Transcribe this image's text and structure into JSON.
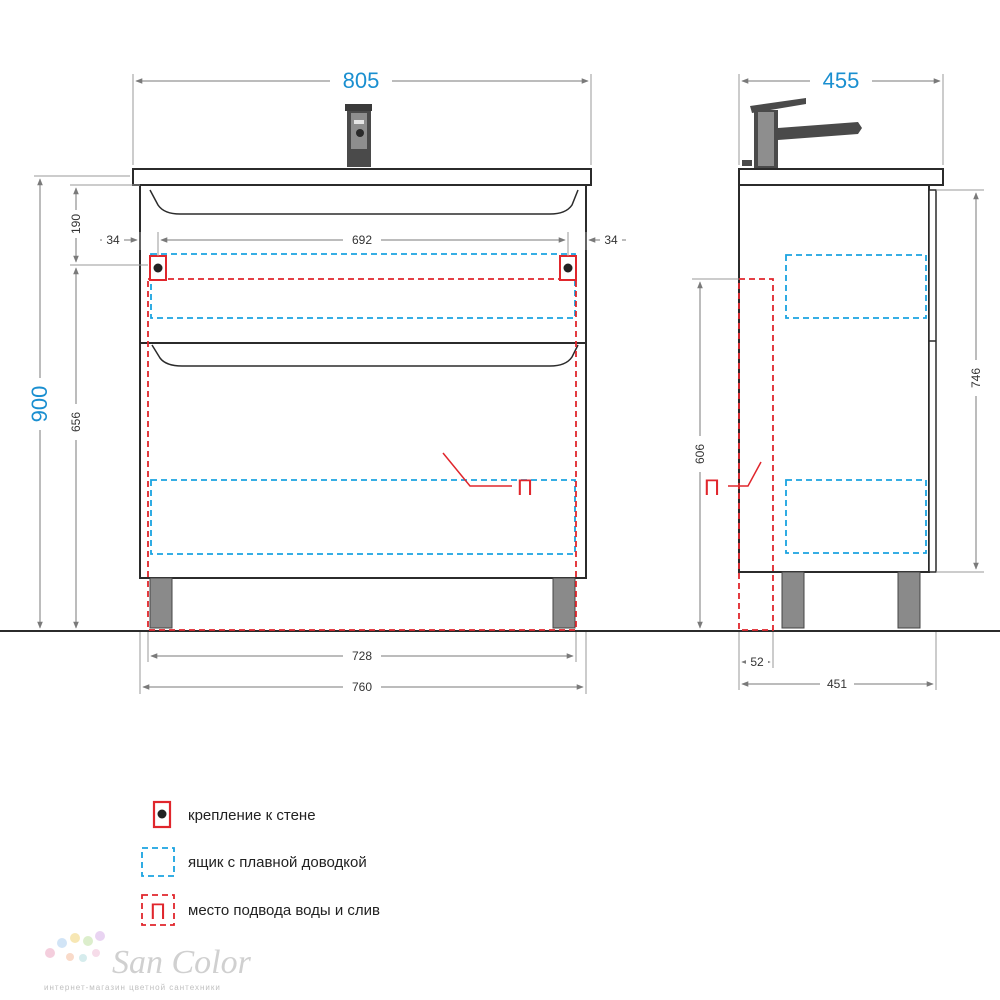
{
  "colors": {
    "drawer": "#1aa3e0",
    "plumbing": "#e0262c",
    "dimension_big": "#1a8fd0",
    "outline": "#2b2b2b",
    "leg": "#8a8a8a"
  },
  "front_view": {
    "overall_width": "805",
    "overall_height": "900",
    "top_offset": "190",
    "lower_height": "656",
    "mount_left_offset": "34",
    "mount_spacing": "692",
    "mount_right_offset": "34",
    "inner_width": "728",
    "body_width": "760",
    "plumbing_mark": "П"
  },
  "side_view": {
    "overall_depth": "455",
    "body_height": "746",
    "plumbing_height": "606",
    "plumbing_width": "52",
    "body_depth": "451",
    "plumbing_mark": "П"
  },
  "legend": {
    "items": [
      {
        "icon": "wall-mount-icon",
        "label": "крепление к стене"
      },
      {
        "icon": "soft-close-drawer-icon",
        "label": "ящик с плавной доводкой"
      },
      {
        "icon": "plumbing-zone-icon",
        "label": "место подвода воды и слив",
        "mark": "П"
      }
    ]
  },
  "brand": {
    "name": "San Color",
    "tagline": "интернет-магазин цветной сантехники"
  }
}
